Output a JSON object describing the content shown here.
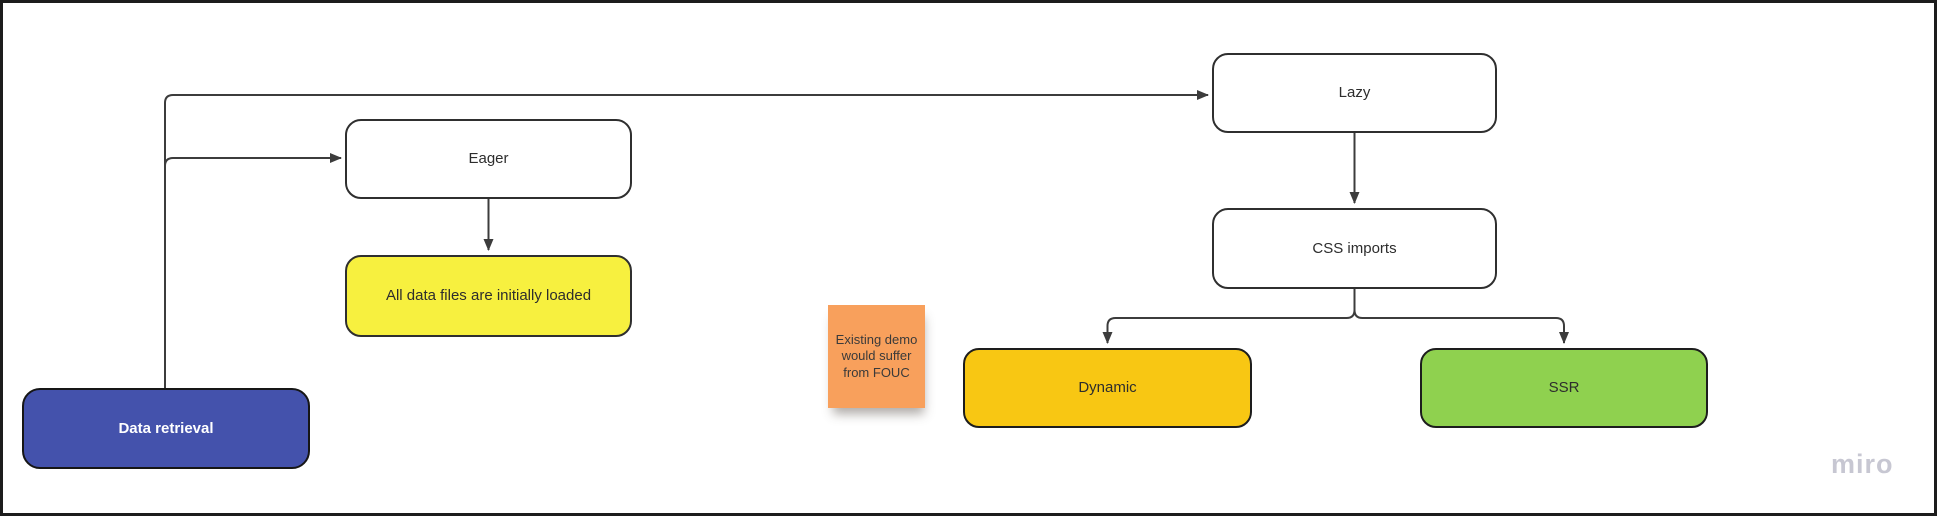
{
  "board": {
    "type": "flowchart",
    "nodes": [
      {
        "id": "data-retrieval",
        "label": "Data retrieval",
        "fill": "#4452AC",
        "text_color": "#ffffff",
        "shape": "rounded-rectangle"
      },
      {
        "id": "eager",
        "label": "Eager",
        "fill": "#ffffff",
        "text_color": "#2d2d2d",
        "shape": "rounded-rectangle"
      },
      {
        "id": "all-data",
        "label": "All data files are initially loaded",
        "fill": "#F7F03F",
        "text_color": "#2d2d2d",
        "shape": "rounded-rectangle"
      },
      {
        "id": "lazy",
        "label": "Lazy",
        "fill": "#ffffff",
        "text_color": "#2d2d2d",
        "shape": "rounded-rectangle"
      },
      {
        "id": "css-imports",
        "label": "CSS imports",
        "fill": "#ffffff",
        "text_color": "#2d2d2d",
        "shape": "rounded-rectangle"
      },
      {
        "id": "dynamic",
        "label": "Dynamic",
        "fill": "#F8C713",
        "text_color": "#2d2d2d",
        "shape": "rounded-rectangle"
      },
      {
        "id": "ssr",
        "label": "SSR",
        "fill": "#8FD14F",
        "text_color": "#2d2d2d",
        "shape": "rounded-rectangle"
      }
    ],
    "edges": [
      {
        "from": "data-retrieval",
        "to": "lazy"
      },
      {
        "from": "data-retrieval",
        "to": "eager"
      },
      {
        "from": "eager",
        "to": "all-data"
      },
      {
        "from": "lazy",
        "to": "css-imports"
      },
      {
        "from": "css-imports",
        "to": "dynamic"
      },
      {
        "from": "css-imports",
        "to": "ssr"
      }
    ],
    "sticky_note": {
      "text": "Existing demo would suffer from FOUC",
      "fill": "#F8A05C",
      "text_color": "#3a3a3a"
    },
    "watermark": {
      "label": "miro",
      "color": "#C7C7D2"
    }
  },
  "colors": {
    "connector": "#3C3C3C",
    "node_border": "#2F2F2F",
    "frame": "#1C1C1C",
    "background": "#FFFFFF"
  }
}
